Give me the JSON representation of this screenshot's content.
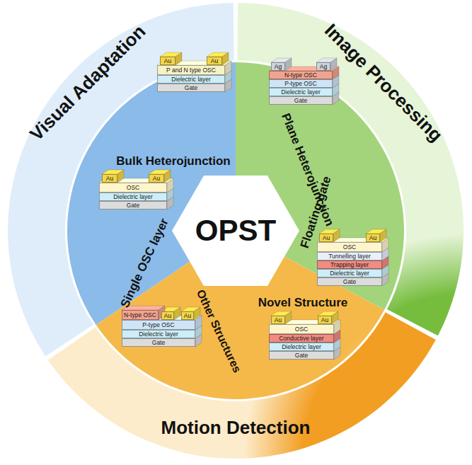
{
  "diagram": {
    "nodes": [
      {
        "text": [
          "Visual Adaptation",
          "Bulk Heterojunction",
          "Single OSC layer"
        ]
      },
      {
        "text": [
          "Au"
        ],
        "in": 0
      },
      {
        "text": [
          "Au"
        ],
        "in": 0
      },
      {
        "text": [
          "P and N type OSC"
        ],
        "in": 0
      },
      {
        "text": [
          "Dielectric layer"
        ],
        "in": 0
      },
      {
        "text": [
          "Gate"
        ],
        "in": 0
      },
      {
        "text": [
          "Au"
        ],
        "in": 0
      },
      {
        "text": [
          "Au"
        ],
        "in": 0
      },
      {
        "text": [
          "OSC"
        ],
        "in": 0
      },
      {
        "text": [
          "Dielectric layer"
        ],
        "in": 0
      },
      {
        "text": [
          "Gate"
        ],
        "in": 0
      },
      {
        "text": [
          "Image Processing",
          "Plane Heterojunction",
          "Floating gate"
        ]
      },
      {
        "text": [
          "Ag"
        ],
        "in": 11
      },
      {
        "text": [
          "Ag"
        ],
        "in": 11
      },
      {
        "text": [
          "N-type OSC"
        ],
        "in": 11
      },
      {
        "text": [
          "P-type OSC"
        ],
        "in": 11
      },
      {
        "text": [
          "Dielectric layer"
        ],
        "in": 11
      },
      {
        "text": [
          "Gate"
        ],
        "in": 11
      },
      {
        "text": [
          "Au"
        ],
        "in": 11
      },
      {
        "text": [
          "Au"
        ],
        "in": 11
      },
      {
        "text": [
          "OSC"
        ],
        "in": 11
      },
      {
        "text": [
          "Tunnelling layer"
        ],
        "in": 11
      },
      {
        "text": [
          "Trapping layer"
        ],
        "in": 11
      },
      {
        "text": [
          "Dielectric layer"
        ],
        "in": 11
      },
      {
        "text": [
          "Gate"
        ],
        "in": 11
      },
      {
        "text": [
          "Motion Detection",
          "Other Structures",
          "Novel Structure"
        ]
      },
      {
        "text": [
          "N-type OSC"
        ],
        "in": 25
      },
      {
        "text": [
          "Au"
        ],
        "in": 25
      },
      {
        "text": [
          "Au"
        ],
        "in": 25
      },
      {
        "text": [
          "P-type OSC"
        ],
        "in": 25
      },
      {
        "text": [
          "Dielectric layer"
        ],
        "in": 25
      },
      {
        "text": [
          "Gate"
        ],
        "in": 25
      },
      {
        "text": [
          "Au"
        ],
        "in": 25
      },
      {
        "text": [
          "Au"
        ],
        "in": 25
      },
      {
        "text": [
          "OSC"
        ],
        "in": 25
      },
      {
        "text": [
          "Conductive layer"
        ],
        "in": 25
      },
      {
        "text": [
          "Dielectric layer"
        ],
        "in": 25
      },
      {
        "text": [
          "Gate"
        ],
        "in": 25
      },
      {
        "text": [
          "OPST"
        ]
      }
    ]
  }
}
